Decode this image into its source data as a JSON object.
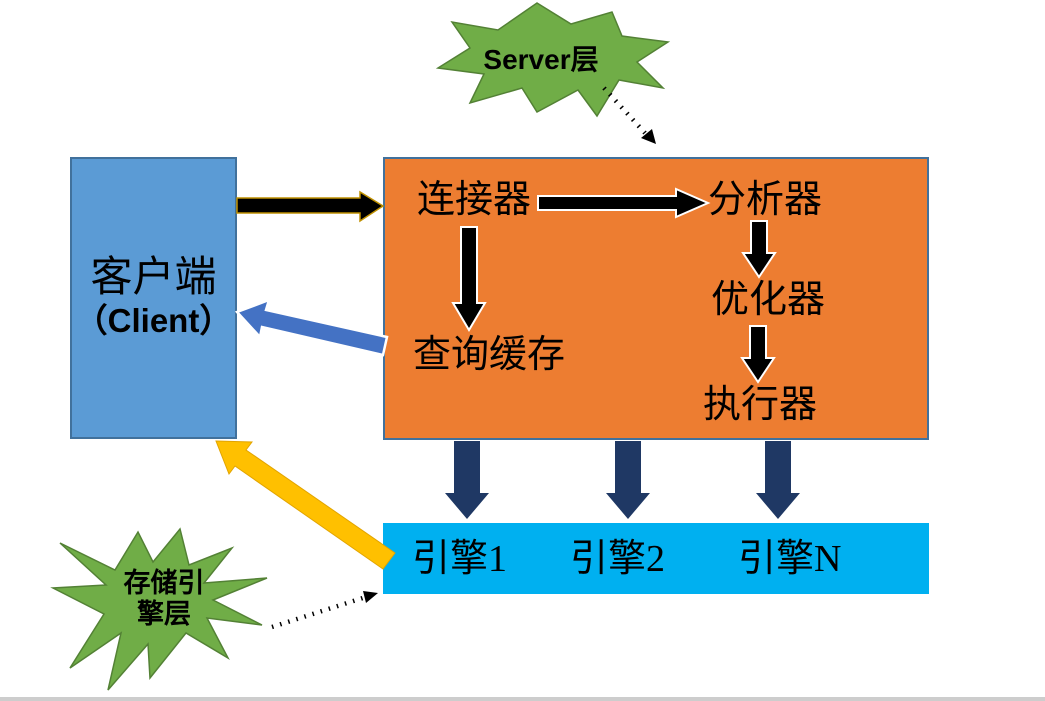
{
  "server_layer": {
    "label": "Server层"
  },
  "client": {
    "line1": "客户端",
    "line2": "（Client）"
  },
  "server_box": {
    "connector": "连接器",
    "analyzer": "分析器",
    "optimizer": "优化器",
    "executor": "执行器",
    "query_cache": "查询缓存"
  },
  "engine_layer": {
    "engine_1": "引擎1",
    "engine_2": "引擎2",
    "engine_n": "引擎N"
  },
  "storage_layer": {
    "line1": "存储引",
    "line2": "擎层"
  },
  "colors": {
    "client_box_fill": "#5B9BD5",
    "server_box_fill": "#ED7D31",
    "engine_box_fill": "#00B0F0",
    "box_border": "#41719C",
    "star_fill": "#70AD47",
    "star_border": "#538135",
    "black_arrow": "#000000",
    "gold_outline": "#BF9000",
    "navy_arrow": "#1F3864",
    "gold_arrow": "#FFC000",
    "blue_arrow": "#4472C4",
    "dotted_arrow": "#000000",
    "divider": "#CDCDCD"
  }
}
